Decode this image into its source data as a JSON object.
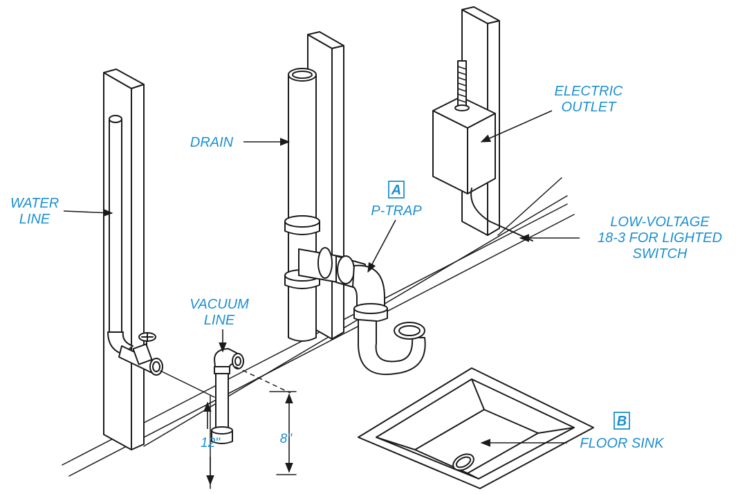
{
  "labels": {
    "water_line": [
      "WATER",
      "LINE"
    ],
    "drain": "DRAIN",
    "vacuum_line": [
      "VACUUM",
      "LINE"
    ],
    "p_trap": "P-TRAP",
    "electric_outlet": [
      "ELECTRIC",
      "OUTLET"
    ],
    "low_voltage": [
      "LOW-VOLTAGE",
      "18-3 FOR LIGHTED",
      "SWITCH"
    ],
    "floor_sink": "FLOOR SINK"
  },
  "callouts": {
    "a": "A",
    "b": "B"
  },
  "dimensions": {
    "horizontal": "12\"",
    "vertical": "8\""
  },
  "colors": {
    "label": "#1c8fd0",
    "line": "#1a1a1a"
  }
}
